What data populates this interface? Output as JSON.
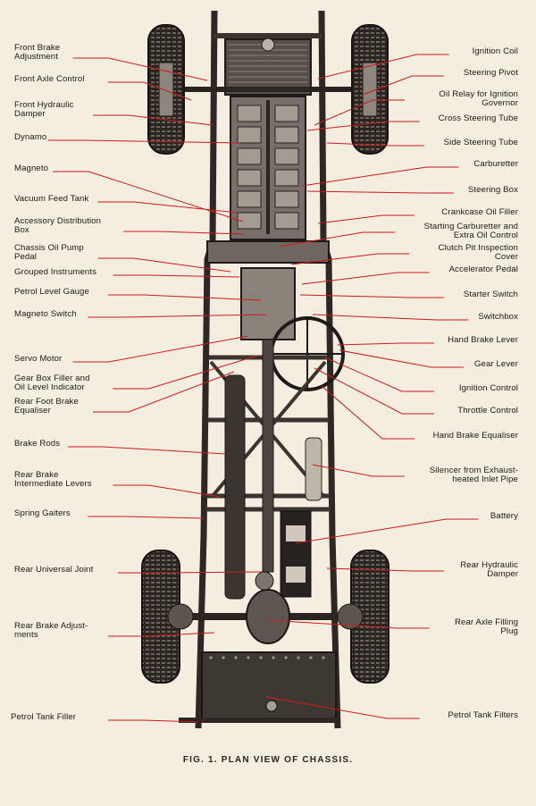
{
  "caption": "FIG. 1.   PLAN VIEW OF CHASSIS.",
  "colors": {
    "leader": "#d0191e",
    "paper": "#f3eedf",
    "ink": "#1e1a16"
  },
  "left_labels": [
    "Front Brake\nAdjustment",
    "Front Axle Control",
    "Front Hydraulic\nDamper",
    "Dynamo",
    "Magneto",
    "Vacuum Feed Tank",
    "Accessory Distribution\nBox",
    "Chassis Oil Pump\nPedal",
    "Grouped Instruments",
    "Petrol Level Gauge",
    "Magneto Switch",
    "Servo Motor",
    "Gear Box Filler and\nOil Level Indicator",
    "Rear Foot Brake\nEqualiser",
    "Brake Rods",
    "Rear Brake\nIntermediate Levers",
    "Spring Gaiters",
    "Rear Universal Joint",
    "Rear Brake Adjust-\nments",
    "Petrol Tank Filler"
  ],
  "right_labels": [
    "Ignition Coil",
    "Steering Pivot",
    "Oil Relay for Ignition\nGovernor",
    "Cross Steering Tube",
    "Side Steering Tube",
    "Carburetter",
    "Steering Box",
    "Crankcase Oil Filler",
    "Starting Carburetter and\nExtra Oil Control",
    "Clutch Pit Inspection\nCover",
    "Accelerator Pedal",
    "Starter Switch",
    "Switchbox",
    "Hand Brake Lever",
    "Gear Lever",
    "Ignition Control",
    "Throttle Control",
    "Hand Brake Equaliser",
    "Silencer from Exhaust-\nheated Inlet Pipe",
    "Battery",
    "Rear Hydraulic\nDamper",
    "Rear Axle Filling\nPlug",
    "Petrol Tank Filters"
  ]
}
